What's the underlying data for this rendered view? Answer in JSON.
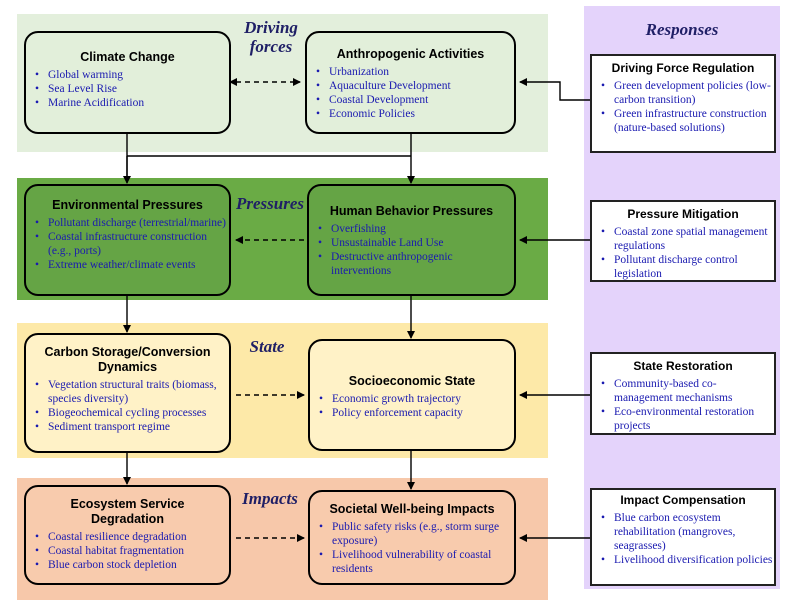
{
  "colors": {
    "driving_band": "#e3efdc",
    "pressures_band": "#6aab45",
    "state_band": "#fde9a8",
    "impacts_band": "#f7c8aa",
    "responses_band": "#e4d3fb",
    "driving_box": "#e2efda",
    "pressures_box": "#65a445",
    "state_box": "#fff2c7",
    "impacts_box": "#f8cbad",
    "bullet_text": "#1a1ab0"
  },
  "bands": {
    "driving": "Driving forces",
    "pressures": "Pressures",
    "state": "State",
    "impacts": "Impacts",
    "responses": "Responses"
  },
  "boxes": {
    "climate": {
      "title": "Climate Change",
      "items": [
        "Global warming",
        "Sea Level Rise",
        "Marine Acidification"
      ]
    },
    "anthro": {
      "title": "Anthropogenic Activities",
      "items": [
        "Urbanization",
        "Aquaculture Development",
        "Coastal Development",
        "Economic Policies"
      ]
    },
    "env": {
      "title": "Environmental Pressures",
      "items": [
        "Pollutant discharge (terrestrial/marine)",
        "Coastal infrastructure construction (e.g., ports)",
        "Extreme weather/climate events"
      ]
    },
    "human": {
      "title": "Human Behavior Pressures",
      "items": [
        "Overfishing",
        "Unsustainable Land Use",
        "Destructive anthropogenic interventions"
      ]
    },
    "carbon": {
      "title": "Carbon Storage/Conversion Dynamics",
      "items": [
        "Vegetation structural traits (biomass, species diversity)",
        "Biogeochemical cycling processes",
        "Sediment transport regime"
      ]
    },
    "socio": {
      "title": "Socioeconomic State",
      "items": [
        "Economic growth trajectory",
        "Policy enforcement capacity"
      ]
    },
    "eco": {
      "title": "Ecosystem Service Degradation",
      "items": [
        "Coastal resilience degradation",
        "Coastal habitat fragmentation",
        "Blue carbon stock depletion"
      ]
    },
    "societal": {
      "title": "Societal Well-being Impacts",
      "items": [
        "Public safety risks (e.g., storm surge exposure)",
        "Livelihood vulnerability of coastal residents"
      ]
    }
  },
  "responses": {
    "dfr": {
      "title": "Driving Force Regulation",
      "items": [
        "Green development policies (low-carbon transition)",
        "Green infrastructure construction (nature-based solutions)"
      ]
    },
    "pm": {
      "title": "Pressure Mitigation",
      "items": [
        "Coastal zone spatial management regulations",
        "Pollutant discharge control legislation"
      ]
    },
    "sr": {
      "title": "State Restoration",
      "items": [
        "Community-based co-management mechanisms",
        "Eco-environmental restoration projects"
      ]
    },
    "ic": {
      "title": "Impact Compensation",
      "items": [
        "Blue carbon ecosystem rehabilitation (mangroves, seagrasses)",
        "Livelihood diversification policies"
      ]
    }
  }
}
